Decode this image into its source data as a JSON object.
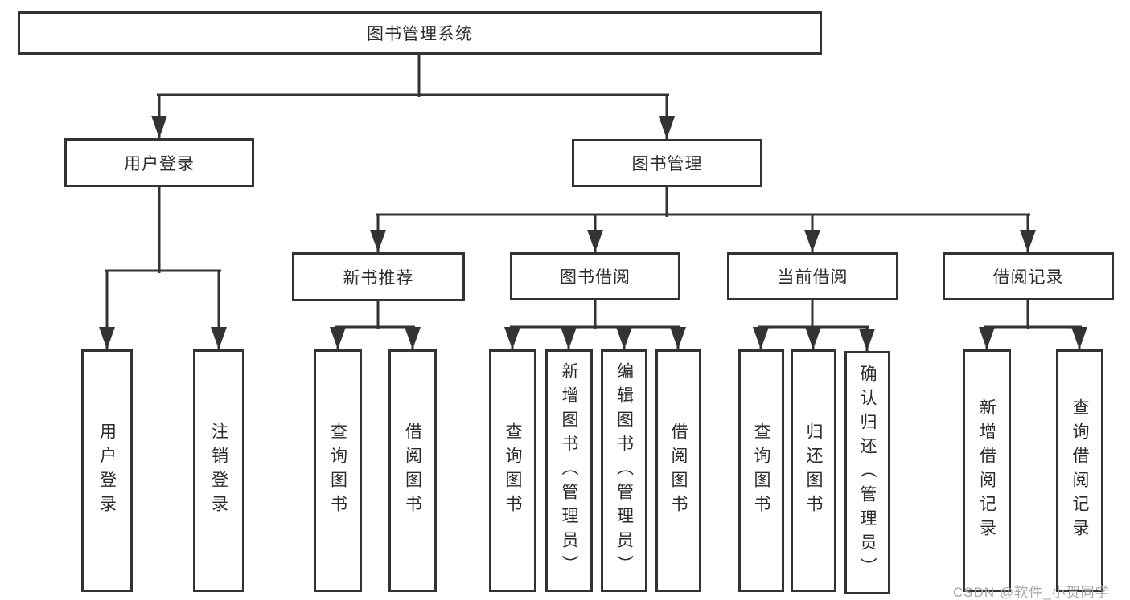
{
  "tree": {
    "label": "图书管理系统",
    "children": [
      {
        "label": "用户登录",
        "children": [
          {
            "label": "用户登录"
          },
          {
            "label": "注销登录"
          }
        ]
      },
      {
        "label": "图书管理",
        "children": [
          {
            "label": "新书推荐",
            "children": [
              {
                "label": "查询图书"
              },
              {
                "label": "借阅图书"
              }
            ]
          },
          {
            "label": "图书借阅",
            "children": [
              {
                "label": "查询图书"
              },
              {
                "label": "新增图书（管理员）"
              },
              {
                "label": "编辑图书（管理员）"
              },
              {
                "label": "借阅图书"
              }
            ]
          },
          {
            "label": "当前借阅",
            "children": [
              {
                "label": "查询图书"
              },
              {
                "label": "归还图书"
              },
              {
                "label": "确认归还（管理员）"
              }
            ]
          },
          {
            "label": "借阅记录",
            "children": [
              {
                "label": "新增借阅记录"
              },
              {
                "label": "查询借阅记录"
              }
            ]
          }
        ]
      }
    ]
  },
  "watermark": "CSDN @软件_小贺同学",
  "colors": {
    "line": "#333333",
    "box_border": "#333333",
    "box_background": "#ffffff",
    "text": "#2b2b2b",
    "watermark": "#a6a6a6"
  }
}
